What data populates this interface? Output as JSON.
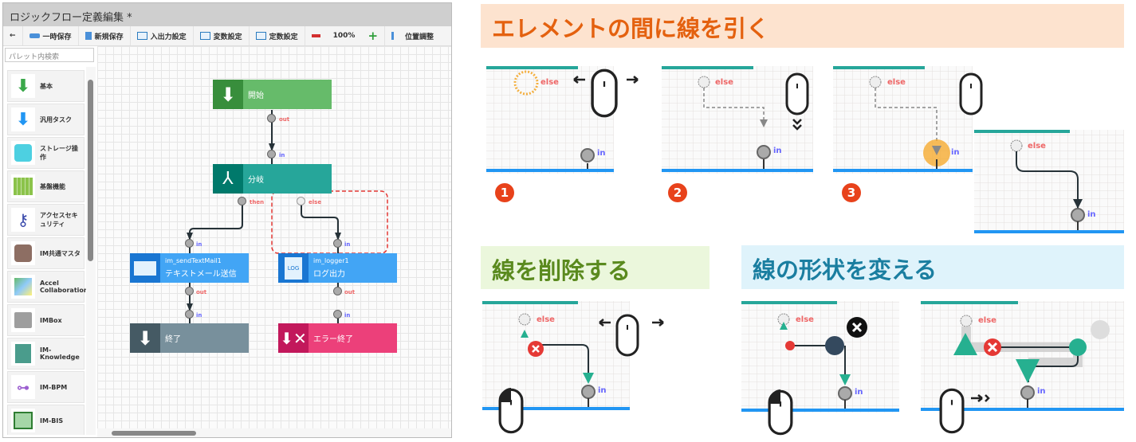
{
  "window": {
    "title": "ロジックフロー定義編集 *"
  },
  "toolbar": {
    "back": "←",
    "temp_save": "一時保存",
    "new_save": "新規保存",
    "io_settings": "入出力設定",
    "var_settings": "変数設定",
    "const_settings": "定数設定",
    "zoom": "100%",
    "align": "位置調整"
  },
  "palette": {
    "search_placeholder": "パレット内検索",
    "items": [
      {
        "label": "基本"
      },
      {
        "label": "汎用タスク"
      },
      {
        "label": "ストレージ操作"
      },
      {
        "label": "基盤機能"
      },
      {
        "label": "アクセスセキュリティ"
      },
      {
        "label": "IM共通マスタ"
      },
      {
        "label": "Accel Collaboration"
      },
      {
        "label": "IMBox"
      },
      {
        "label": "IM-Knowledge"
      },
      {
        "label": "IM-BPM"
      },
      {
        "label": "IM-BIS"
      }
    ]
  },
  "flow": {
    "nodes": {
      "start": "開始",
      "branch": "分岐",
      "mail_id": "im_sendTextMail1",
      "mail": "テキストメール送信",
      "log_id": "im_logger1",
      "log": "ログ出力",
      "log_icon": "LOG",
      "end": "終了",
      "error_end": "エラー終了"
    },
    "ports": {
      "out": "out",
      "in": "in",
      "then": "then",
      "else": "else"
    }
  },
  "guide": {
    "draw_title": "エレメントの間に線を引く",
    "delete_title": "線を削除する",
    "shape_title": "線の形状を変える",
    "steps": [
      "1",
      "2",
      "3"
    ],
    "else": "else",
    "in": "in"
  },
  "colors": {
    "start": "#66bb6a",
    "branch": "#26a69a",
    "task": "#42a5f5",
    "end": "#78909c",
    "error": "#ec407a",
    "accent_red": "#e8421b"
  }
}
